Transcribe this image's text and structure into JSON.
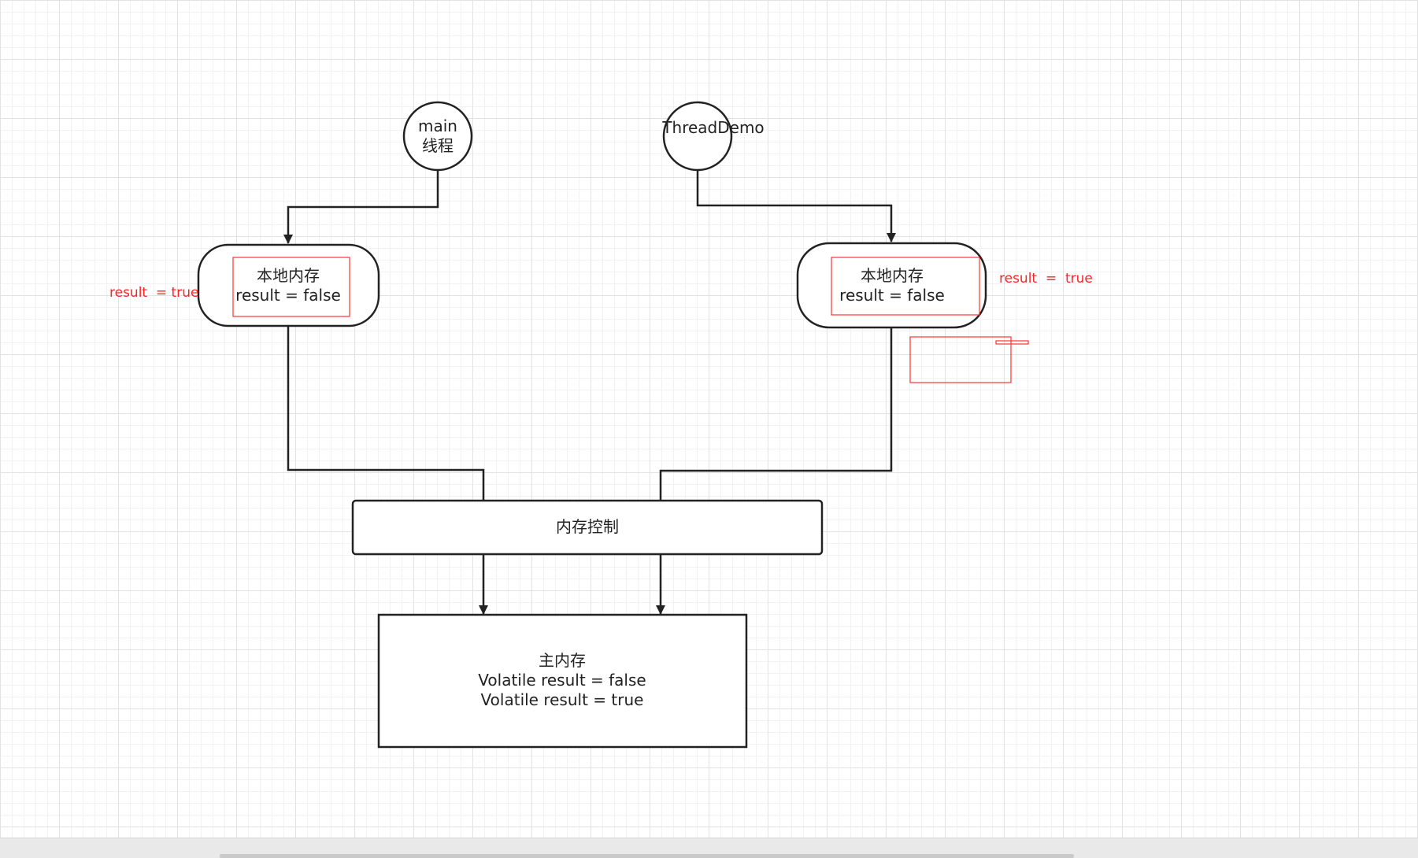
{
  "nodes": {
    "main_thread": {
      "line1": "main",
      "line2": "线程"
    },
    "thread_demo": {
      "label": "ThreadDemo"
    },
    "local_memory_left": {
      "title": "本地内存",
      "value": "result = false"
    },
    "local_memory_right": {
      "title": "本地内存",
      "value": "result = false"
    },
    "memory_control": {
      "label": "内存控制"
    },
    "main_memory": {
      "title": "主内存",
      "line1": "Volatile result = false",
      "line2": "Volatile result = true"
    }
  },
  "annotations": {
    "left_note": "result  = true",
    "right_note": "result  =  true"
  },
  "colors": {
    "stroke": "#222222",
    "annotation": "#ff2222",
    "grid": "#e2e2e2"
  }
}
